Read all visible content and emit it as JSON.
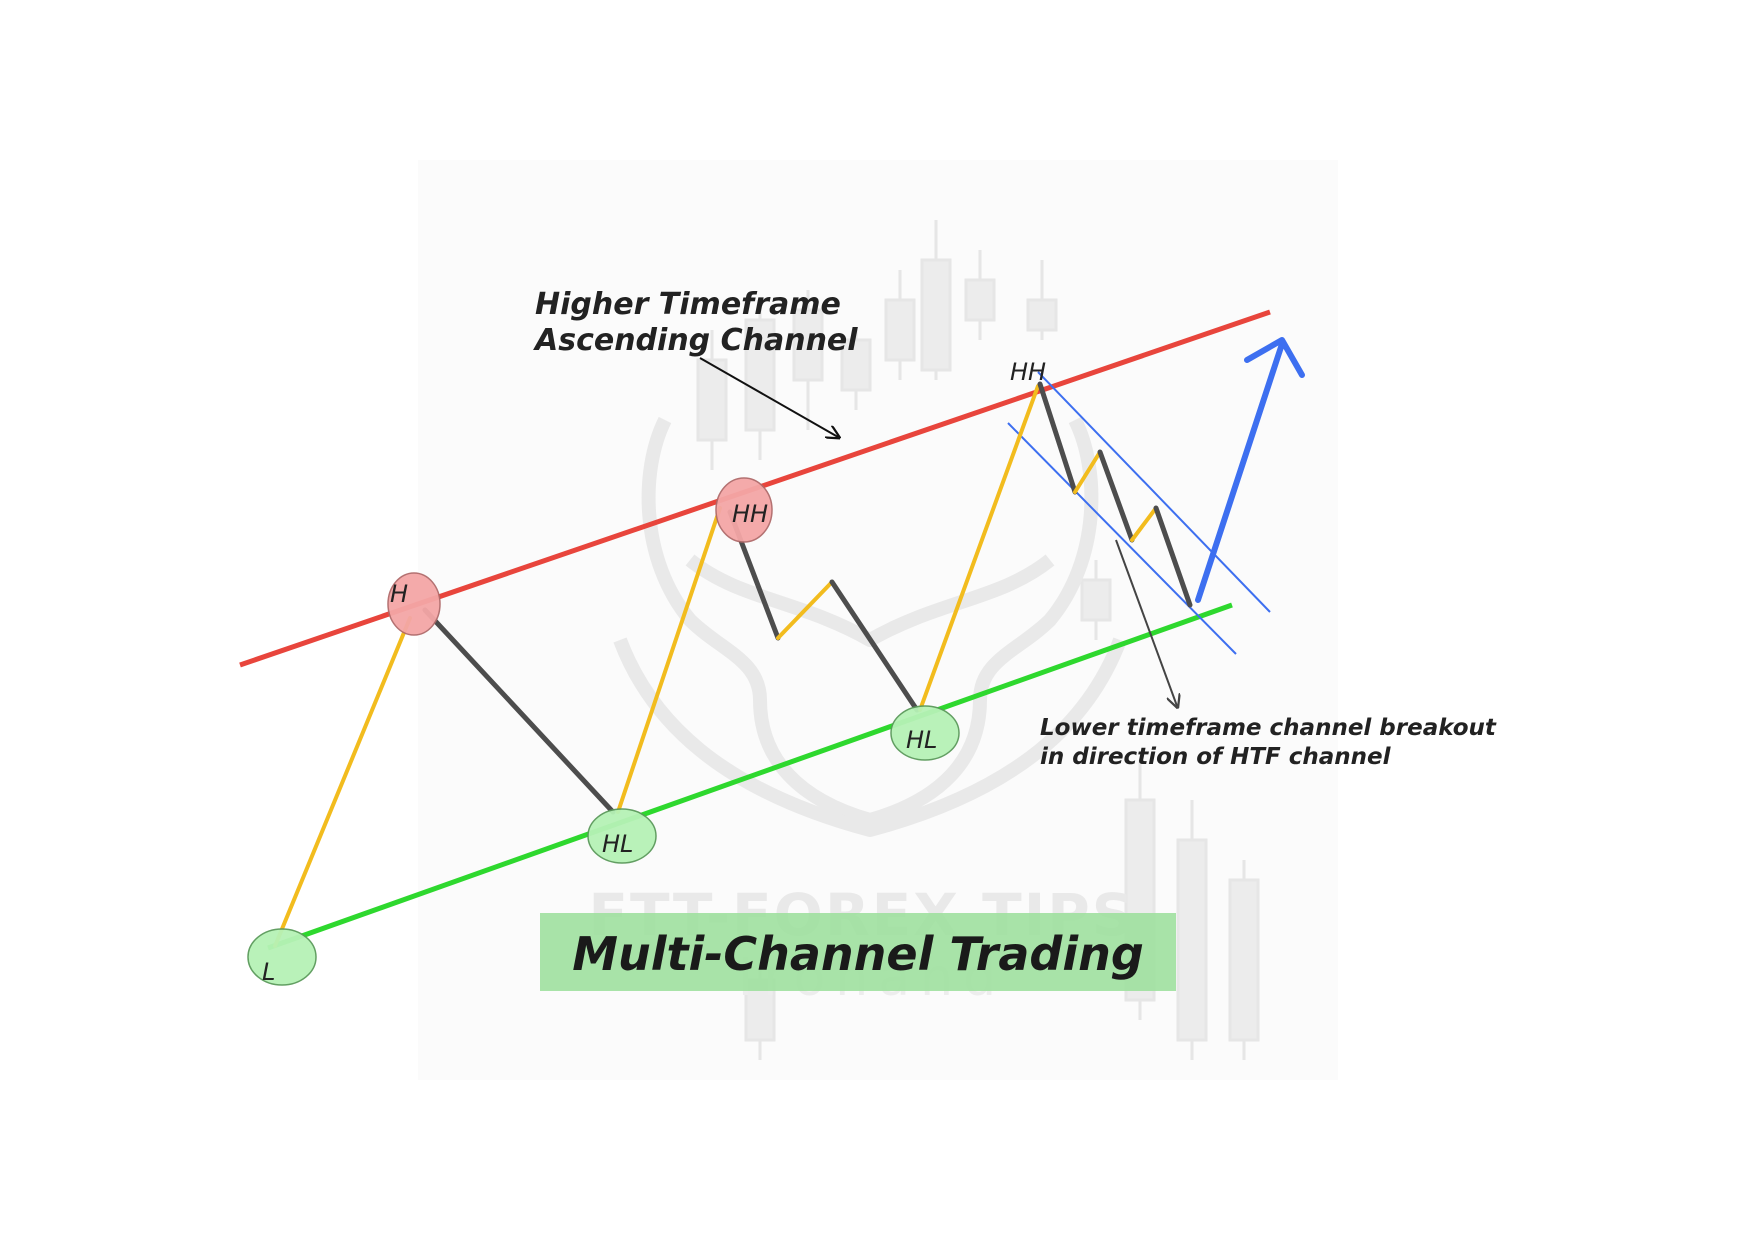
{
  "diagram": {
    "annotations": {
      "htf_channel_line1": "Higher Timeframe",
      "htf_channel_line2": "Ascending Channel",
      "ltf_breakout_line1": "Lower timeframe channel breakout",
      "ltf_breakout_line2": "in direction of HTF channel"
    },
    "swing_labels": {
      "low": "L",
      "high_1": "H",
      "higher_low_1": "HL",
      "higher_high_1": "HH",
      "higher_low_2": "HL",
      "higher_high_2": "HH"
    },
    "title_banner": "Multi-Channel Trading",
    "watermark": {
      "brand": "FTT-FOREX TIPS",
      "sub": "Ironand"
    }
  },
  "colors": {
    "resistance_line": "#e8453c",
    "support_line": "#2ed82e",
    "up_leg": "#f2bc1e",
    "down_leg": "#4d4d4d",
    "ltf_channel": "#3d6ff0",
    "breakout_arrow": "#3d6ff0",
    "high_marker_fill": "#f4a6a6",
    "low_marker_fill": "#b6f2b6",
    "banner_fill": "#9fe09f",
    "text": "#222222",
    "watermark": "#e4e4e4"
  },
  "icons": {
    "watermark_candles": "candlestick-watermark-icon",
    "watermark_bull": "bull-head-watermark-icon",
    "breakout_arrow": "arrow-up-right-icon",
    "pointer_arrow": "pointer-arrow-icon"
  }
}
